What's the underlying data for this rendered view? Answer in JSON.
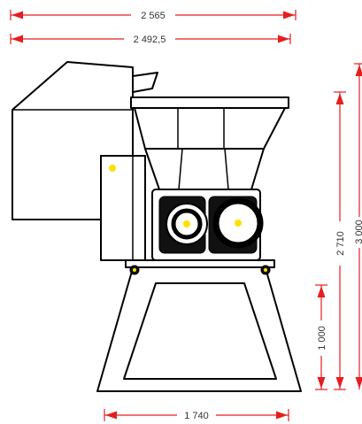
{
  "dimensions": {
    "top_overall": "2 565",
    "top_second": "2 492,5",
    "bottom_width": "1 740",
    "right_height": "2 710",
    "right_lower": "1 000",
    "right_clipped": "3 000"
  },
  "colors": {
    "dimension_line": "#e51e1e",
    "outline": "#000000",
    "marker": "#ffe000"
  }
}
